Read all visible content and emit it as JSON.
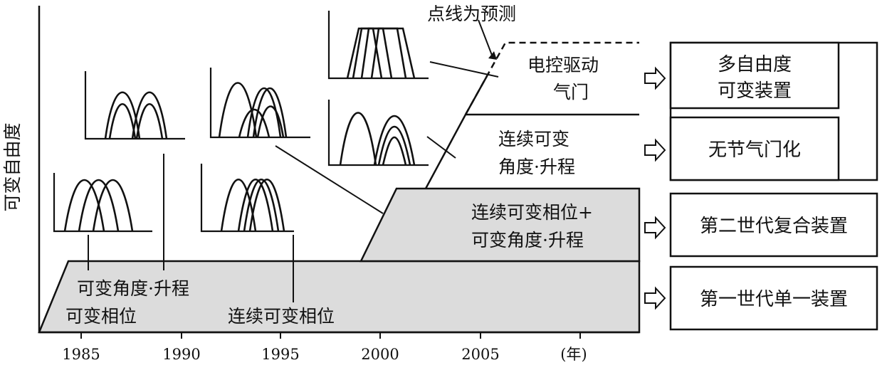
{
  "axis": {
    "y_label": "可变自由度",
    "x_ticks": [
      "1985",
      "1990",
      "1995",
      "2000",
      "2005"
    ],
    "x_unit": "(年)"
  },
  "annotations": {
    "forecast_note": "点线为预测",
    "variable_phase": "可变相位",
    "variable_angle_lift": "可变角度·升程",
    "continuous_variable_phase": "连续可变相位",
    "continuous_phase_plus_angle_line1": "连续可变相位+",
    "continuous_phase_plus_angle_line2": "可变角度·升程",
    "continuous_angle_lift_line1": "连续可变",
    "continuous_angle_lift_line2": "角度·升程",
    "electric_valve_line1": "电控驱动",
    "electric_valve_line2": "气门"
  },
  "generations": {
    "multi_dof_line1": "多自由度",
    "multi_dof_line2": "可变装置",
    "throttleless": "无节气门化",
    "second_gen": "第二世代复合装置",
    "first_gen": "第一世代单一装置"
  },
  "colors": {
    "line": "#111111",
    "fill_gray": "#dcdcdc",
    "background": "#ffffff"
  }
}
